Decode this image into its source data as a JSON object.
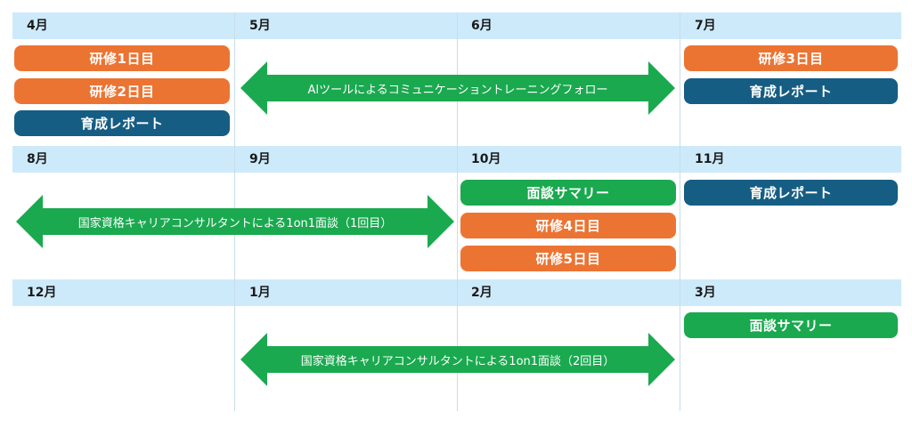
{
  "months": {
    "apr": "4月",
    "may": "5月",
    "jun": "6月",
    "jul": "7月",
    "aug": "8月",
    "sep": "9月",
    "oct": "10月",
    "nov": "11月",
    "dec": "12月",
    "jan": "1月",
    "feb": "2月",
    "mar": "3月"
  },
  "items": {
    "training1": "研修1日目",
    "training2": "研修2日目",
    "training3": "研修3日目",
    "training4": "研修4日目",
    "training5": "研修5日目",
    "report_apr": "育成レポート",
    "report_jul": "育成レポート",
    "report_nov": "育成レポート",
    "summary_oct": "面談サマリー",
    "summary_mar": "面談サマリー"
  },
  "arrows": {
    "ai_followup": "AIツールによるコミュニケーショントレーニングフォロー",
    "consult1": "国家資格キャリアコンサルタントによる1on1面談（1回目）",
    "consult2": "国家資格キャリアコンサルタントによる1on1面談（2回目）"
  },
  "colors": {
    "header_bg": "#cdeafb",
    "training": "#ec7433",
    "report": "#165d84",
    "summary_and_arrow": "#1aa94f"
  }
}
